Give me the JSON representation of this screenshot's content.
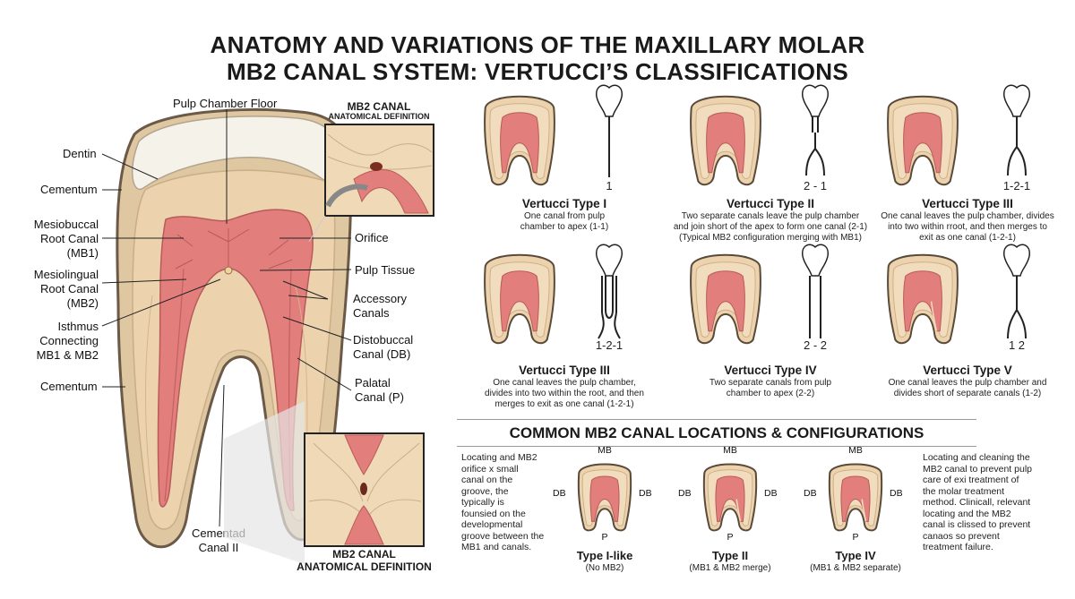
{
  "title": {
    "line1": "ANATOMY AND VARIATIONS OF THE MAXILLARY MOLAR",
    "line2": "MB2 CANAL SYSTEM: VERTUCCI’S CLASSIFICATIONS"
  },
  "anatomy": {
    "labels_left": {
      "dentin": "Dentin",
      "cementum_top": "Cementum",
      "mb1_line1": "Mesiobuccal",
      "mb1_line2": "Root Canal",
      "mb1_line3": "(MB1)",
      "mb2_line1": "Mesiolingual",
      "mb2_line2": "Root Canal",
      "mb2_line3": "(MB2)",
      "isthmus_line1": "Isthmus",
      "isthmus_line2": "Connecting",
      "isthmus_line3": "MB1 & MB2",
      "cementum_bottom": "Cementum"
    },
    "labels_right": {
      "pulp_floor": "Pulp Chamber Floor",
      "orifice": "Orifice",
      "pulp_tissue": "Pulp Tissue",
      "accessory_line1": "Accessory",
      "accessory_line2": "Canals",
      "db_line1": "Distobuccal",
      "db_line2": "Canal (DB)",
      "palatal_line1": "Palatal",
      "palatal_line2": "Canal (P)",
      "cemented_line1": "Cementad",
      "cemented_line2": "Canal II"
    },
    "inset_top": {
      "title": "MB2 CANAL",
      "subtitle": "ANATOMICAL DEFINITION"
    },
    "inset_bottom": {
      "line1": "MB2 CANAL",
      "line2": "ANATOMICAL DEFINITION"
    }
  },
  "vertucci": [
    {
      "title": "Vertucci Type I",
      "code": "1",
      "desc": [
        "One canal from pulp",
        "chamber to apex (1-1)"
      ]
    },
    {
      "title": "Vertucci Type II",
      "code": "2 - 1",
      "desc": [
        "Two separate canals leave the pulp chamber",
        "and join short of the apex to form one canal (2-1)",
        "(Typical MB2 configuration merging with MB1)"
      ]
    },
    {
      "title": "Vertucci Type III",
      "code": "1-2-1",
      "desc": [
        "One canal leaves the pulp chamber, divides",
        "into two within rroot, and then merges to",
        "exit as one canal (1-2-1)"
      ]
    },
    {
      "title": "Vertucci Type III",
      "code": "1-2-1",
      "desc": [
        "One canal leaves the pulp chamber,",
        "divides into two within the root, and then",
        "merges to exit as one canal (1-2-1)"
      ]
    },
    {
      "title": "Vertucci Type IV",
      "code": "2 - 2",
      "desc": [
        "Two separate canals from pulp",
        "chamber to apex (2-2)"
      ]
    },
    {
      "title": "Vertucci Type V",
      "code": "1   2",
      "desc": [
        "One canal leaves the pulp chamber and",
        "divides short of separate canals (1-2)"
      ]
    }
  ],
  "common": {
    "heading": "COMMON MB2 CANAL LOCATIONS & CONFIGURATIONS",
    "left_text": [
      "Locating and MB2",
      "orifice х small",
      "canal on the",
      "groove, the",
      "typically is",
      "founsied on the",
      "developmental",
      "groove between the",
      "MB1 and canals."
    ],
    "right_text": [
      "Locating and cleaning the",
      "MB2 canal to prevent pulp",
      "care of exi treatment of",
      "the molar treatment",
      "method. Clinicall, relevant",
      "locating and the MB2",
      "canal is clissed to prevent",
      "canaos so prevent",
      "treatment failure."
    ],
    "items": [
      {
        "mb": "MB",
        "db": "DB",
        "db2": "DB",
        "p": "P",
        "title": "Type I-like",
        "sub": "(No MB2)"
      },
      {
        "mb": "MB",
        "db": "DB",
        "db2": "DB",
        "p": "P",
        "title": "Type II",
        "sub": "(MB1 & MB2 merge)"
      },
      {
        "mb": "MB",
        "db": "DB",
        "db2": "DB",
        "p": "P",
        "title": "Type IV",
        "sub": "(MB1 & MB2 separate)"
      }
    ]
  },
  "colors": {
    "dentin": "#ecd3ae",
    "pulp": "#e27f7d",
    "cementum": "#dcc39c",
    "enamel": "#f4f1ea",
    "outline": "#5a4a3a"
  }
}
